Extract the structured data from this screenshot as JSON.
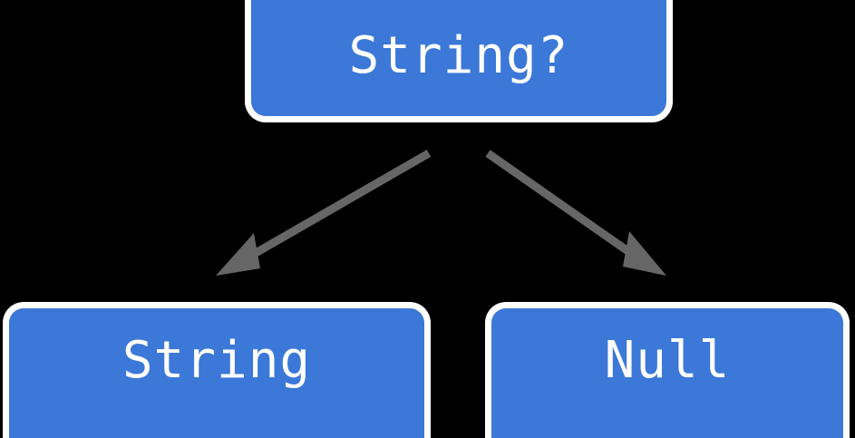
{
  "diagram": {
    "type": "type-hierarchy-tree",
    "background_color": "#000000",
    "node_fill_color": "#3b78d8",
    "node_border_color": "#ffffff",
    "node_text_color": "#ffffff",
    "edge_color": "#666666",
    "nodes": [
      {
        "id": "root",
        "label": "String?",
        "icon": "rounded-rect-node"
      },
      {
        "id": "string",
        "label": "String",
        "icon": "rounded-rect-node"
      },
      {
        "id": "null",
        "label": "Null",
        "icon": "rounded-rect-node"
      }
    ],
    "edges": [
      {
        "id": "root-to-string",
        "from": "String?",
        "to": "String",
        "marker": "arrowhead-icon"
      },
      {
        "id": "root-to-null",
        "from": "String?",
        "to": "Null",
        "marker": "arrowhead-icon"
      }
    ]
  }
}
